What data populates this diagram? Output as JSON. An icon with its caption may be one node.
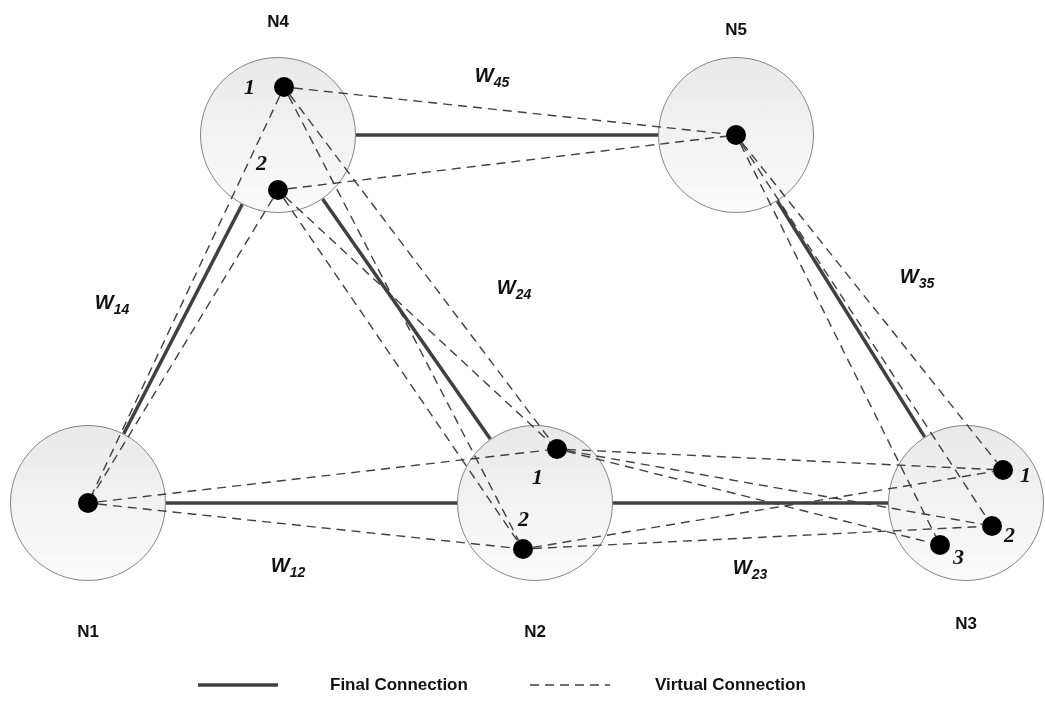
{
  "diagram": {
    "nodes": [
      {
        "text": [
          "N4"
        ]
      },
      {
        "text": [],
        "shape": "circle",
        "in": 0,
        "beside": [
          "1"
        ]
      },
      {
        "text": [],
        "shape": "circle",
        "in": 0,
        "beside": [
          "2"
        ]
      },
      {
        "text": [
          "N5"
        ]
      },
      {
        "text": [],
        "shape": "circle",
        "in": 3
      },
      {
        "text": [
          "N1"
        ]
      },
      {
        "text": [],
        "shape": "circle",
        "in": 5
      },
      {
        "text": [
          "N2"
        ]
      },
      {
        "text": [],
        "shape": "circle",
        "in": 7,
        "beside": [
          "1"
        ]
      },
      {
        "text": [],
        "shape": "circle",
        "in": 7,
        "beside": [
          "2"
        ]
      },
      {
        "text": [
          "N3"
        ]
      },
      {
        "text": [],
        "shape": "circle",
        "in": 10,
        "beside": [
          "1"
        ]
      },
      {
        "text": [],
        "shape": "circle",
        "in": 10,
        "beside": [
          "2"
        ]
      },
      {
        "text": [],
        "shape": "circle",
        "in": 10,
        "beside": [
          "3"
        ]
      }
    ],
    "edges": [
      {
        "from": 5,
        "to": 0,
        "arrow": "none",
        "label": "W$_{14}$",
        "style": "thick"
      },
      {
        "from": 0,
        "to": 3,
        "arrow": "none",
        "label": "W$_{45}$",
        "style": "thick"
      },
      {
        "from": 0,
        "to": 7,
        "arrow": "none",
        "label": "W$_{24}$",
        "style": "thick"
      },
      {
        "from": 3,
        "to": 10,
        "arrow": "none",
        "label": "W$_{35}$",
        "style": "thick"
      },
      {
        "from": 5,
        "to": 7,
        "arrow": "none",
        "label": "W$_{12}$",
        "style": "thick"
      },
      {
        "from": 7,
        "to": 10,
        "arrow": "none",
        "label": "W$_{23}$",
        "style": "thick"
      },
      {
        "from": 1,
        "to": 4,
        "arrow": "none",
        "style": "dashed"
      },
      {
        "from": 2,
        "to": 4,
        "arrow": "none",
        "style": "dashed"
      },
      {
        "from": 1,
        "to": 6,
        "arrow": "none",
        "style": "dashed"
      },
      {
        "from": 2,
        "to": 6,
        "arrow": "none",
        "style": "dashed"
      },
      {
        "from": 1,
        "to": 8,
        "arrow": "none",
        "style": "dashed"
      },
      {
        "from": 1,
        "to": 9,
        "arrow": "none",
        "style": "dashed"
      },
      {
        "from": 2,
        "to": 8,
        "arrow": "none",
        "style": "dashed"
      },
      {
        "from": 2,
        "to": 9,
        "arrow": "none",
        "style": "dashed"
      },
      {
        "from": 6,
        "to": 8,
        "arrow": "none",
        "style": "dashed"
      },
      {
        "from": 6,
        "to": 9,
        "arrow": "none",
        "style": "dashed"
      },
      {
        "from": 4,
        "to": 11,
        "arrow": "none",
        "style": "dashed"
      },
      {
        "from": 4,
        "to": 12,
        "arrow": "none",
        "style": "dashed"
      },
      {
        "from": 4,
        "to": 13,
        "arrow": "none",
        "style": "dashed"
      },
      {
        "from": 8,
        "to": 11,
        "arrow": "none",
        "style": "dashed"
      },
      {
        "from": 8,
        "to": 12,
        "arrow": "none",
        "style": "dashed"
      },
      {
        "from": 8,
        "to": 13,
        "arrow": "none",
        "style": "dashed"
      },
      {
        "from": 9,
        "to": 11,
        "arrow": "none",
        "style": "dashed"
      },
      {
        "from": 9,
        "to": 12,
        "arrow": "none",
        "style": "dashed"
      }
    ],
    "legend": [
      {
        "text": "Final Connection"
      },
      {
        "text": "Virtual Connection"
      }
    ]
  }
}
